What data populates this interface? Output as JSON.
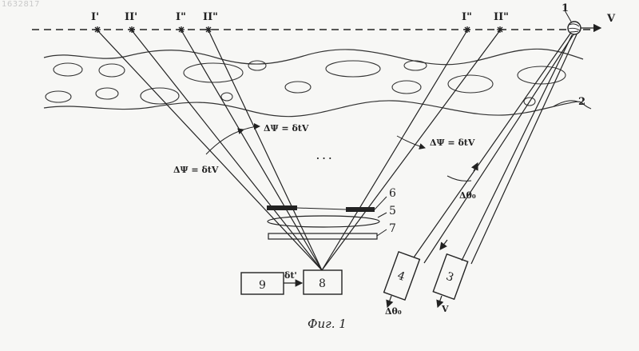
{
  "document_number": "1632817",
  "stars": [
    {
      "label": "I'"
    },
    {
      "label": "II'"
    },
    {
      "label": "I\""
    },
    {
      "label": "II\""
    },
    {
      "label": "I\""
    },
    {
      "label": "II\""
    }
  ],
  "moving_object": {
    "number": "1",
    "velocity": "V"
  },
  "layer_number": "2",
  "annotations": {
    "phase_left_1": "ΔΨ = δtV",
    "phase_left_2": "ΔΨ = δtV",
    "phase_right": "ΔΨ = δtV",
    "angle": "Δθ₀",
    "dots": "· · ·",
    "delay": "δt'"
  },
  "parts": {
    "grid": "6",
    "lens": "5",
    "plate": "7",
    "block8": "8",
    "block9": "9",
    "block4": "4",
    "block3": "3"
  },
  "outputs": {
    "block4": "Δθ₀",
    "block3": "V"
  },
  "caption": "Фиг. 1"
}
